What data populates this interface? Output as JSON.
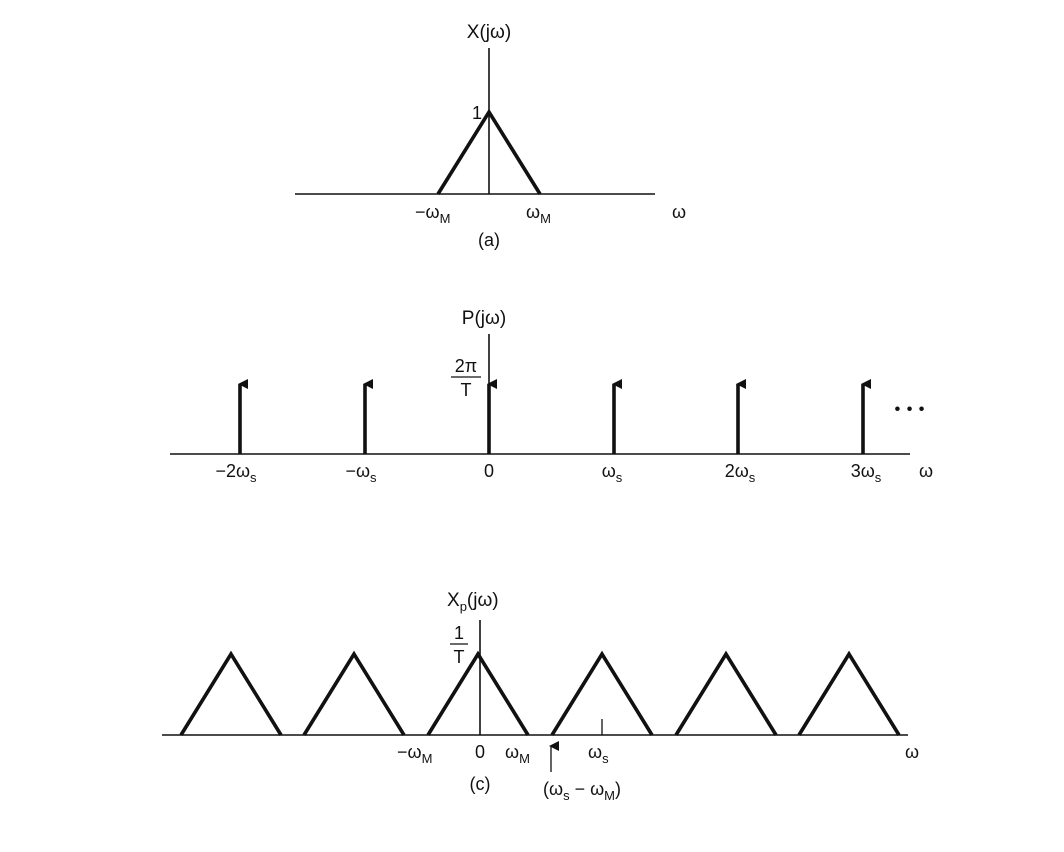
{
  "panel_a": {
    "title": "X(jω)",
    "peak_label": "1",
    "tick_neg": "−ω",
    "tick_neg_sub": "M",
    "tick_pos": "ω",
    "tick_pos_sub": "M",
    "axis_label": "ω",
    "caption": "(a)"
  },
  "panel_b": {
    "title": "P(jω)",
    "height_num": "2π",
    "height_den": "T",
    "ellipsis": "• • •",
    "axis_label": "ω",
    "ticks": [
      {
        "main": "−2ω",
        "sub": "s"
      },
      {
        "main": "−ω",
        "sub": "s"
      },
      {
        "main": "0",
        "sub": ""
      },
      {
        "main": "ω",
        "sub": "s"
      },
      {
        "main": "2ω",
        "sub": "s"
      },
      {
        "main": "3ω",
        "sub": "s"
      }
    ]
  },
  "panel_c": {
    "title_main": "X",
    "title_sub": "p",
    "title_rest": "(jω)",
    "height_num": "1",
    "height_den": "T",
    "tick_neg": "−ω",
    "tick_neg_sub": "M",
    "tick_zero": "0",
    "tick_pos": "ω",
    "tick_pos_sub": "M",
    "tick_ws": "ω",
    "tick_ws_sub": "s",
    "annot_open": "(ω",
    "annot_s": "s",
    "annot_mid": " − ω",
    "annot_m": "M",
    "annot_close": ")",
    "axis_label": "ω",
    "caption": "(c)"
  }
}
